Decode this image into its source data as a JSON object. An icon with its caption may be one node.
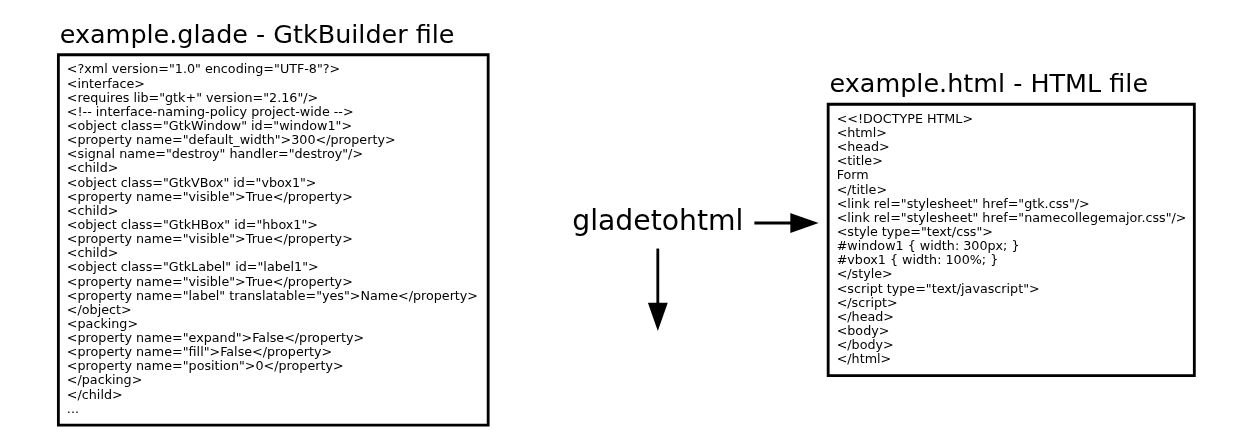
{
  "diagram": {
    "nodes": [
      {
        "text": [
          "example.glade - GtkBuilder file",
          "<?xml version=\"1.0\" encoding=\"UTF-8\"?>",
          "<interface>",
          "<requires lib=\"gtk+\" version=\"2.16\"/>",
          "<!-- interface-naming-policy project-wide -->",
          "<object class=\"GtkWindow\" id=\"window1\">",
          "<property name=\"default_width\">300</property>",
          "<signal name=\"destroy\" handler=\"destroy\"/>",
          "<child>",
          "<object class=\"GtkVBox\" id=\"vbox1\">",
          "<property name=\"visible\">True</property>",
          "<child>",
          "<object class=\"GtkHBox\" id=\"hbox1\">",
          "<property name=\"visible\">True</property>",
          "<child>",
          "<object class=\"GtkLabel\" id=\"label1\">",
          "<property name=\"visible\">True</property>",
          "<property name=\"label\" translatable=\"yes\">Name</property>",
          "</object>",
          "<packing>",
          "<property name=\"expand\">False</property>",
          "<property name=\"fill\">False</property>",
          "<property name=\"position\">0</property>",
          "</packing>",
          "</child>",
          "..."
        ]
      },
      {
        "text": [
          "example.html - HTML file",
          "<<!DOCTYPE HTML>",
          "<html>",
          "<head>",
          "<title>",
          "Form",
          "</title>",
          "<link rel=\"stylesheet\" href=\"gtk.css\"/>",
          "<link rel=\"stylesheet\" href=\"namecollegemajor.css\"/>",
          "<style type=\"text/css\">",
          "#window1 { width: 300px; }",
          "#vbox1 { width: 100%; }",
          "</style>",
          "<script type=\"text/javascript\">",
          "</script>",
          "</head>",
          "<body>",
          "</body>",
          "</html>"
        ]
      },
      {
        "text": [
          "gladetohtml"
        ]
      }
    ],
    "edges": [
      {
        "from": 2,
        "to": 1,
        "arrow": "to"
      },
      {
        "from": 2,
        "to": null,
        "arrow": "to"
      }
    ]
  }
}
